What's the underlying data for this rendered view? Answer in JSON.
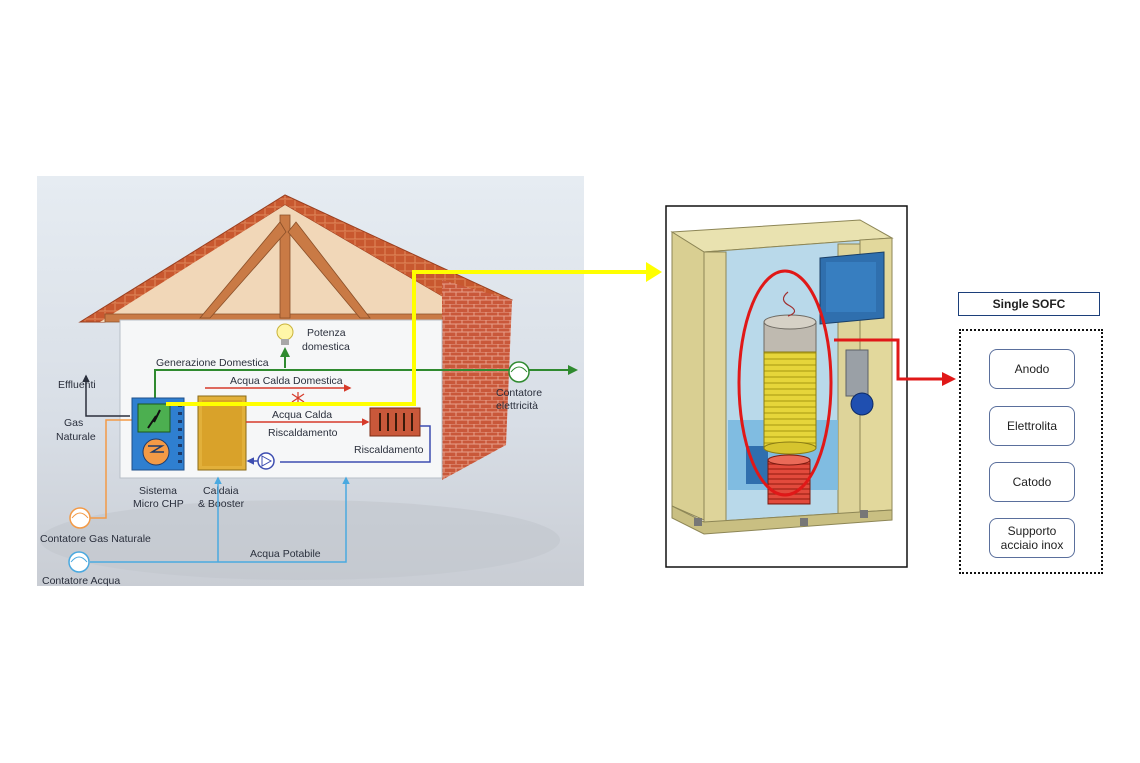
{
  "house": {
    "potenza": [
      "Potenza",
      "domestica"
    ],
    "generazione": "Generazione Domestica",
    "effluenti": "Effluenti",
    "acqua_calda_domestica": "Acqua Calda Domestica",
    "gas_naturale": [
      "Gas",
      "Naturale"
    ],
    "contatore_elettricita": [
      "Contatore",
      "elettricità"
    ],
    "acqua_calda_risc": [
      "Acqua Calda",
      "Riscaldamento"
    ],
    "riscaldamento": "Riscaldamento",
    "sistema": [
      "Sistema",
      "Micro CHP"
    ],
    "caldaia": [
      "Caldaia",
      "& Booster"
    ],
    "contatore_gas": "Contatore Gas Naturale",
    "acqua_potabile": "Acqua Potabile",
    "contatore_acqua": "Contatore Acqua"
  },
  "sofc": {
    "title": "Single SOFC",
    "layers": [
      {
        "name": "anodo",
        "label": "Anodo"
      },
      {
        "name": "elettrolita",
        "label": "Elettrolita"
      },
      {
        "name": "catodo",
        "label": "Catodo"
      },
      {
        "name": "supporto",
        "label": "Supporto\nacciaio inox"
      }
    ]
  },
  "colors": {
    "yellow_line": "#ffff00",
    "red_arrow": "#e01818",
    "green_line": "#2f8a2f",
    "orange_gas": "#f39a46",
    "blue_water": "#4aa9e0",
    "roof": "#c8582f",
    "brick": "#c9583a"
  }
}
